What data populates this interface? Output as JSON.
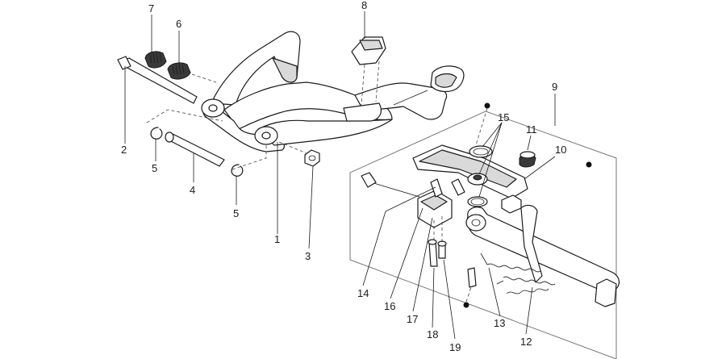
{
  "callouts": [
    {
      "id": "c1",
      "label": "1"
    },
    {
      "id": "c2",
      "label": "2"
    },
    {
      "id": "c3",
      "label": "3"
    },
    {
      "id": "c4",
      "label": "4"
    },
    {
      "id": "c5a",
      "label": "5"
    },
    {
      "id": "c5b",
      "label": "5"
    },
    {
      "id": "c6",
      "label": "6"
    },
    {
      "id": "c7",
      "label": "7"
    },
    {
      "id": "c8",
      "label": "8"
    },
    {
      "id": "c9",
      "label": "9"
    },
    {
      "id": "c10",
      "label": "10"
    },
    {
      "id": "c11",
      "label": "11"
    },
    {
      "id": "c12",
      "label": "12"
    },
    {
      "id": "c13",
      "label": "13"
    },
    {
      "id": "c14",
      "label": "14"
    },
    {
      "id": "c15",
      "label": "15"
    },
    {
      "id": "c16",
      "label": "16"
    },
    {
      "id": "c17",
      "label": "17"
    },
    {
      "id": "c18",
      "label": "18"
    },
    {
      "id": "c19",
      "label": "19"
    }
  ]
}
